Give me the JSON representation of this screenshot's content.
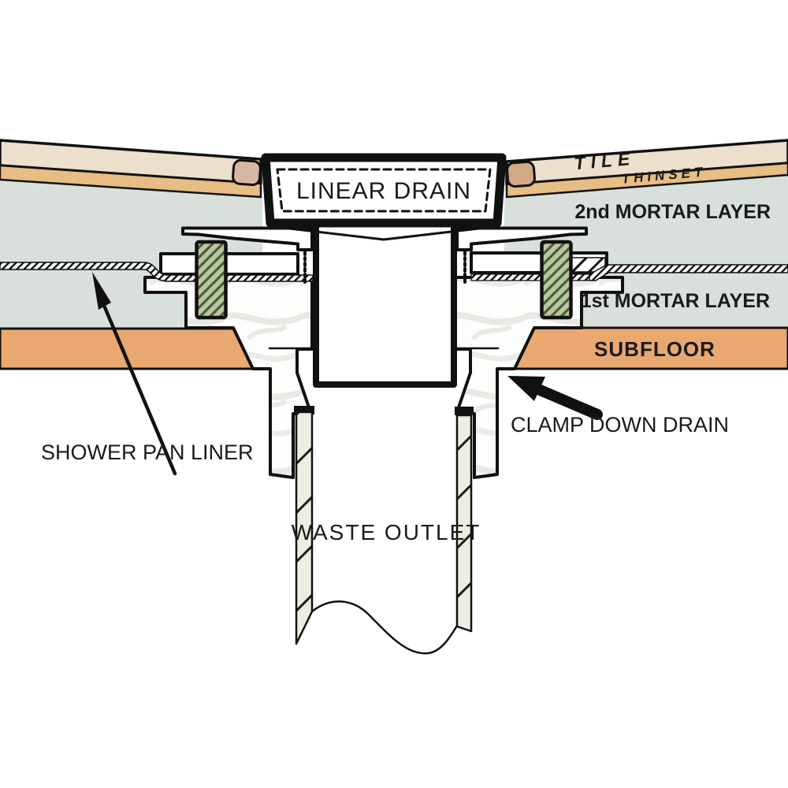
{
  "labels": {
    "linear_drain": "LINEAR DRAIN",
    "tile": "TILE",
    "thinset": "THINSET",
    "second_mortar": "2nd MORTAR LAYER",
    "first_mortar": "1st MORTAR LAYER",
    "subfloor": "SUBFLOOR",
    "shower_pan_liner": "SHOWER PAN LINER",
    "clamp_down_drain": "CLAMP DOWN DRAIN",
    "waste_outlet": "WASTE OUTLET"
  },
  "colors": {
    "tile": "#ecdfcb",
    "tile_edge_piece": "#d8b7a0",
    "tile_edge_piece_right": "#d2a987",
    "thinset": "#e7bd83",
    "mortar": "#d9e0db",
    "subfloor": "#e8a870",
    "bolt": "#bac89e",
    "bolt_hatch": "#4c5a40",
    "pipe": "#e9f0e2",
    "outline": "#111111",
    "background": "#ffffff"
  }
}
